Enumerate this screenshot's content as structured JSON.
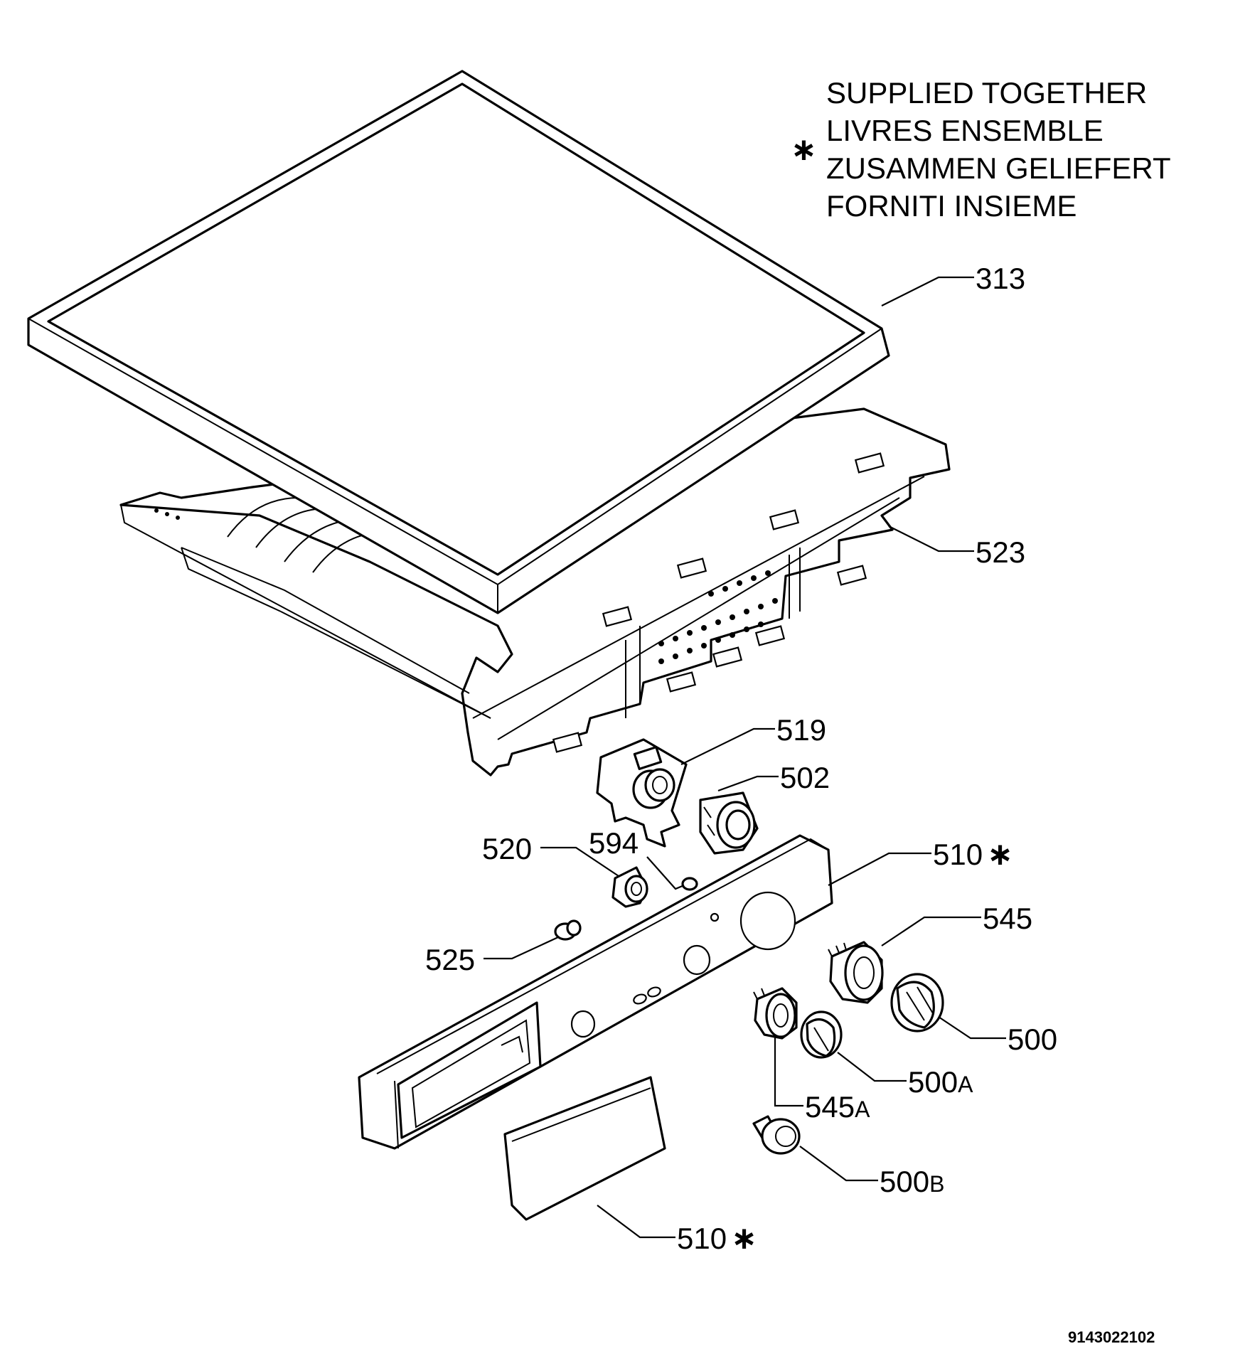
{
  "note": {
    "asterisk": "∗",
    "lines": [
      "SUPPLIED TOGETHER",
      "LIVRES ENSEMBLE",
      "ZUSAMMEN GELIEFERT",
      "FORNITI INSIEME"
    ]
  },
  "labels": {
    "p313": {
      "num": "313",
      "suffix": ""
    },
    "p523": {
      "num": "523",
      "suffix": ""
    },
    "p519": {
      "num": "519",
      "suffix": ""
    },
    "p502": {
      "num": "502",
      "suffix": ""
    },
    "p520": {
      "num": "520",
      "suffix": ""
    },
    "p594": {
      "num": "594",
      "suffix": ""
    },
    "p510a": {
      "num": "510",
      "suffix": "∗"
    },
    "p545": {
      "num": "545",
      "suffix": ""
    },
    "p525": {
      "num": "525",
      "suffix": ""
    },
    "p500": {
      "num": "500",
      "suffix": ""
    },
    "p500A": {
      "num": "500",
      "suffix": "A"
    },
    "p545A": {
      "num": "545",
      "suffix": "A"
    },
    "p500B": {
      "num": "500",
      "suffix": "B"
    },
    "p510b": {
      "num": "510",
      "suffix": "∗"
    }
  },
  "drawing_code": "9143022102"
}
